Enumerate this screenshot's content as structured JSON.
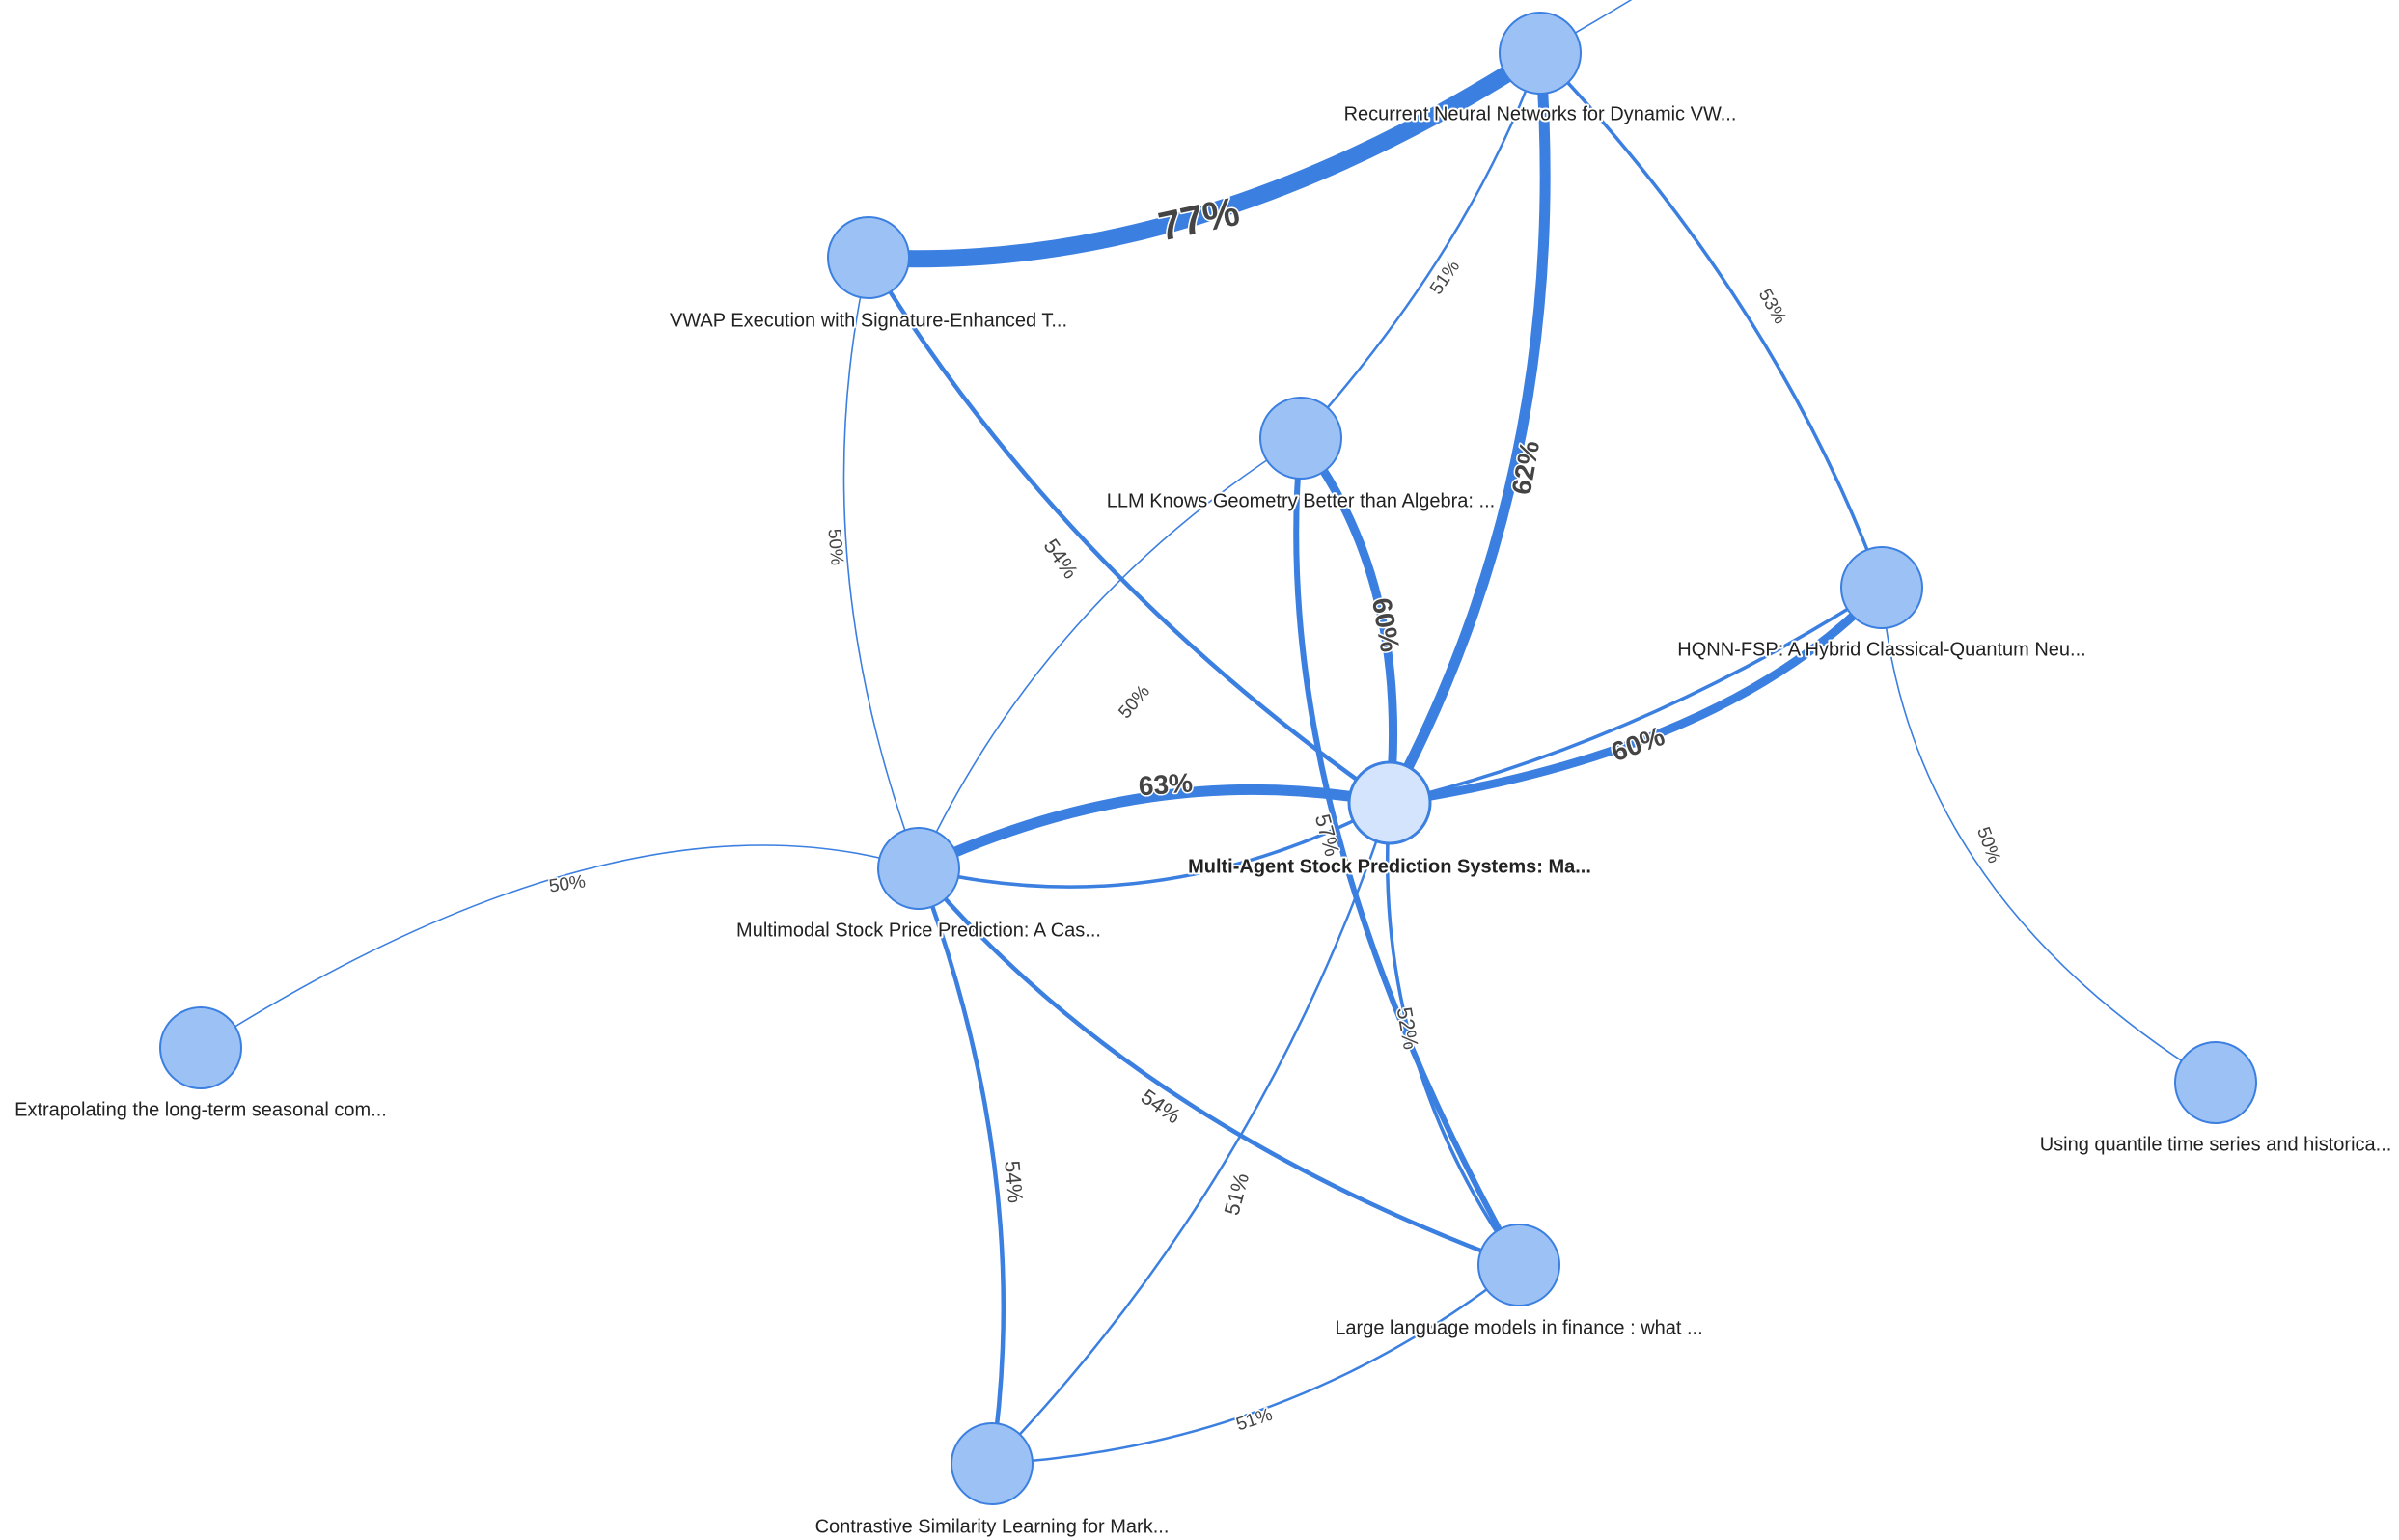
{
  "graph": {
    "colors": {
      "background": "#ffffff",
      "edge": "#3b7fe0",
      "node_fill": "#9cc1f5",
      "node_stroke": "#3b7fe0",
      "focus_fill": "#d4e4fc",
      "edge_label": "#444444",
      "node_label": "#222222"
    },
    "nodes": [
      {
        "id": "multiagent",
        "label": "Multi-Agent Stock Prediction Systems: Ma...",
        "focus": true
      },
      {
        "id": "rnn",
        "label": "Recurrent Neural Networks for Dynamic VW...",
        "focus": false
      },
      {
        "id": "vwap",
        "label": "VWAP Execution with Signature-Enhanced T...",
        "focus": false
      },
      {
        "id": "llmgeo",
        "label": "LLM Knows Geometry Better than Algebra: ...",
        "focus": false
      },
      {
        "id": "hqnn",
        "label": "HQNN-FSP: A Hybrid Classical-Quantum Neu...",
        "focus": false
      },
      {
        "id": "multimodal",
        "label": "Multimodal Stock Price Prediction: A Cas...",
        "focus": false
      },
      {
        "id": "extrap",
        "label": "Extrapolating the long-term seasonal com...",
        "focus": false
      },
      {
        "id": "quantile",
        "label": "Using quantile time series and historica...",
        "focus": false
      },
      {
        "id": "llmfin",
        "label": "Large language models in finance : what ...",
        "focus": false
      },
      {
        "id": "contrastive",
        "label": "Contrastive Similarity Learning for Mark...",
        "focus": false
      }
    ],
    "edges": [
      {
        "source": "vwap",
        "target": "rnn",
        "label": "77%",
        "similarity": 0.77
      },
      {
        "source": "multiagent",
        "target": "multimodal",
        "label": "63%",
        "similarity": 0.63
      },
      {
        "source": "rnn",
        "target": "multiagent",
        "label": "62%",
        "similarity": 0.62
      },
      {
        "source": "llmgeo",
        "target": "multiagent",
        "label": "60%",
        "similarity": 0.6
      },
      {
        "source": "hqnn",
        "target": "multiagent",
        "label": "60%",
        "similarity": 0.6
      },
      {
        "source": "vwap",
        "target": "multiagent",
        "label": "54%",
        "similarity": 0.54
      },
      {
        "source": "multimodal",
        "target": "llmfin",
        "label": "54%",
        "similarity": 0.54
      },
      {
        "source": "multimodal",
        "target": "contrastive",
        "label": "54%",
        "similarity": 0.54
      },
      {
        "source": "llmgeo",
        "target": "llmfin",
        "label": "57%",
        "similarity": 0.57
      },
      {
        "source": "multiagent",
        "target": "llmfin",
        "label": "52%",
        "similarity": 0.52
      },
      {
        "source": "rnn",
        "target": "hqnn",
        "label": "53%",
        "similarity": 0.53
      },
      {
        "source": "rnn",
        "target": "llmgeo",
        "label": "51%",
        "similarity": 0.51
      },
      {
        "source": "multiagent",
        "target": "contrastive",
        "label": "51%",
        "similarity": 0.51
      },
      {
        "source": "contrastive",
        "target": "llmfin",
        "label": "51%",
        "similarity": 0.51
      },
      {
        "source": "vwap",
        "target": "multimodal",
        "label": "50%",
        "similarity": 0.5
      },
      {
        "source": "llmgeo",
        "target": "multimodal",
        "label": "50%",
        "similarity": 0.5
      },
      {
        "source": "multimodal",
        "target": "extrap",
        "label": "50%",
        "similarity": 0.5
      },
      {
        "source": "hqnn",
        "target": "quantile",
        "label": "50%",
        "similarity": 0.5
      },
      {
        "source": "multimodal",
        "target": "multiagent",
        "label": "",
        "similarity": 0.53
      },
      {
        "source": "multiagent",
        "target": "hqnn",
        "label": "",
        "similarity": 0.53
      },
      {
        "source": "rnn",
        "target": "",
        "label": "",
        "similarity": 0.5
      }
    ]
  }
}
